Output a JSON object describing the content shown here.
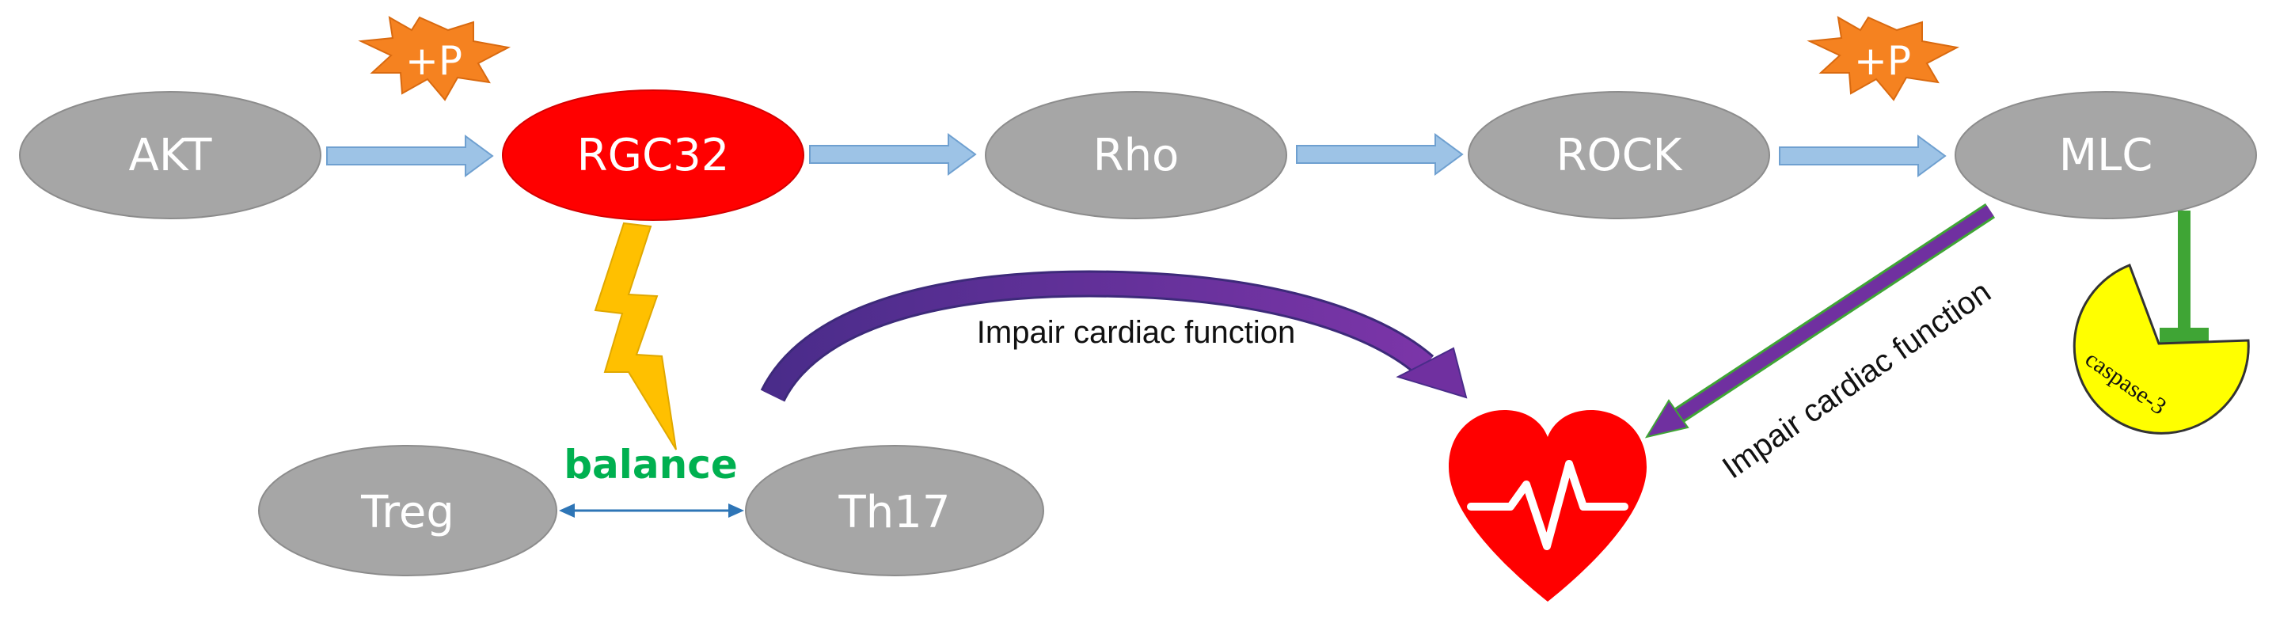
{
  "nodes": {
    "akt": "AKT",
    "rgc32": "RGC32",
    "rho": "Rho",
    "rock": "ROCK",
    "mlc": "MLC",
    "treg": "Treg",
    "th17": "Th17"
  },
  "phosphorylation": [
    "+P",
    "+P"
  ],
  "balance": "balance",
  "impair_labels": [
    "Impair cardiac function",
    "Impair cardiac function"
  ],
  "caspase": "caspase-3",
  "colors": {
    "node_gray": "#a6a6a6",
    "rgc32_red": "#ff0000",
    "arrow_blue": "#9dc3e6",
    "burst_orange": "#f58220",
    "bolt_yellow": "#ffc000",
    "curve_purple": "#7030a0",
    "inhibit_green": "#3fa535",
    "caspase_yellow": "#ffff00",
    "heart_red": "#ff0000",
    "balance_green": "#00b050"
  }
}
